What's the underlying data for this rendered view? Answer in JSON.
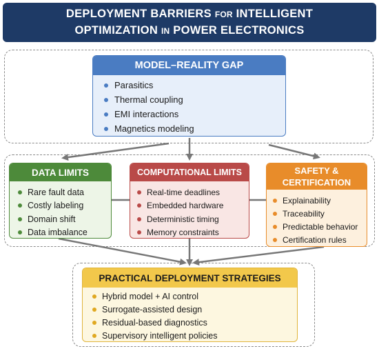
{
  "header": {
    "line1_a": "DEPLOYMENT BARRIERS",
    "line1_b": "FOR",
    "line1_c": "INTELLIGENT",
    "line2_a": "OPTIMIZATION",
    "line2_b": "IN",
    "line2_c": "POWER ELECTRONICS"
  },
  "model_gap": {
    "title": "MODEL–REALITY GAP",
    "items": [
      "Parasitics",
      "Thermal coupling",
      "EMI interactions",
      "Magnetics modeling"
    ]
  },
  "data_limits": {
    "title": "DATA LIMITS",
    "items": [
      "Rare fault data",
      "Costly labeling",
      "Domain shift",
      "Data imbalance"
    ]
  },
  "computational_limits": {
    "title": "COMPUTATIONAL LIMITS",
    "items": [
      "Real-time deadlines",
      "Embedded hardware",
      "Deterministic timing",
      "Memory constraints"
    ]
  },
  "safety": {
    "title_line1": "SAFETY &",
    "title_line2": "CERTIFICATION",
    "items": [
      "Explainability",
      "Traceability",
      "Predictable behavior",
      "Certification rules"
    ]
  },
  "strategies": {
    "title": "PRACTICAL DEPLOYMENT STRATEGIES",
    "items": [
      "Hybrid model + AI control",
      "Surrogate-assisted design",
      "Residual-based diagnostics",
      "Supervisory intelligent policies"
    ]
  },
  "colors": {
    "header": "#1e3a66",
    "blue_title": "#4a7cc2",
    "blue_body": "#e7effa",
    "green_title": "#4d8a3a",
    "green_body": "#edf5e7",
    "red_title": "#b94a48",
    "red_body": "#f9e6e4",
    "orange_title": "#e88c2a",
    "orange_body": "#fdf0de",
    "yellow_title": "#f2c84b",
    "yellow_body": "#fdf7e0",
    "arrow": "#777777"
  }
}
